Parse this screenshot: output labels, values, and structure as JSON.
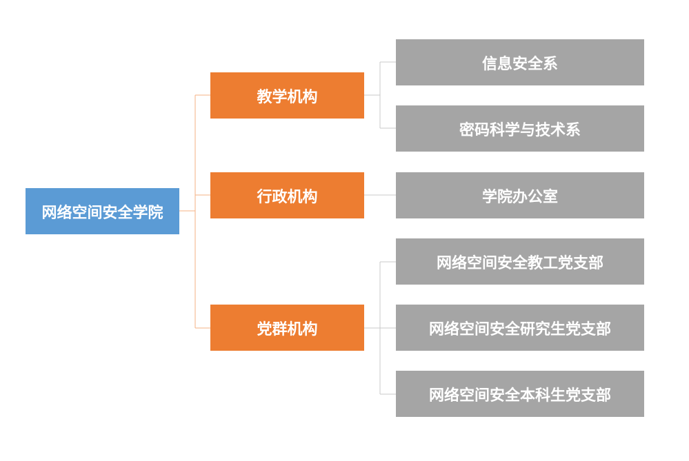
{
  "colors": {
    "root": "#5b9bd5",
    "category": "#ed7d31",
    "leaf": "#a5a5a5",
    "root_connector": "#f4b183",
    "leaf_connector": "#c9c9c9"
  },
  "root": {
    "label": "网络空间安全学院"
  },
  "categories": [
    {
      "label": "教学机构",
      "children": [
        "信息安全系",
        "密码科学与技术系"
      ]
    },
    {
      "label": "行政机构",
      "children": [
        "学院办公室"
      ]
    },
    {
      "label": "党群机构",
      "children": [
        "网络空间安全教工党支部",
        "网络空间安全研究生党支部",
        "网络空间安全本科生党支部"
      ]
    }
  ]
}
